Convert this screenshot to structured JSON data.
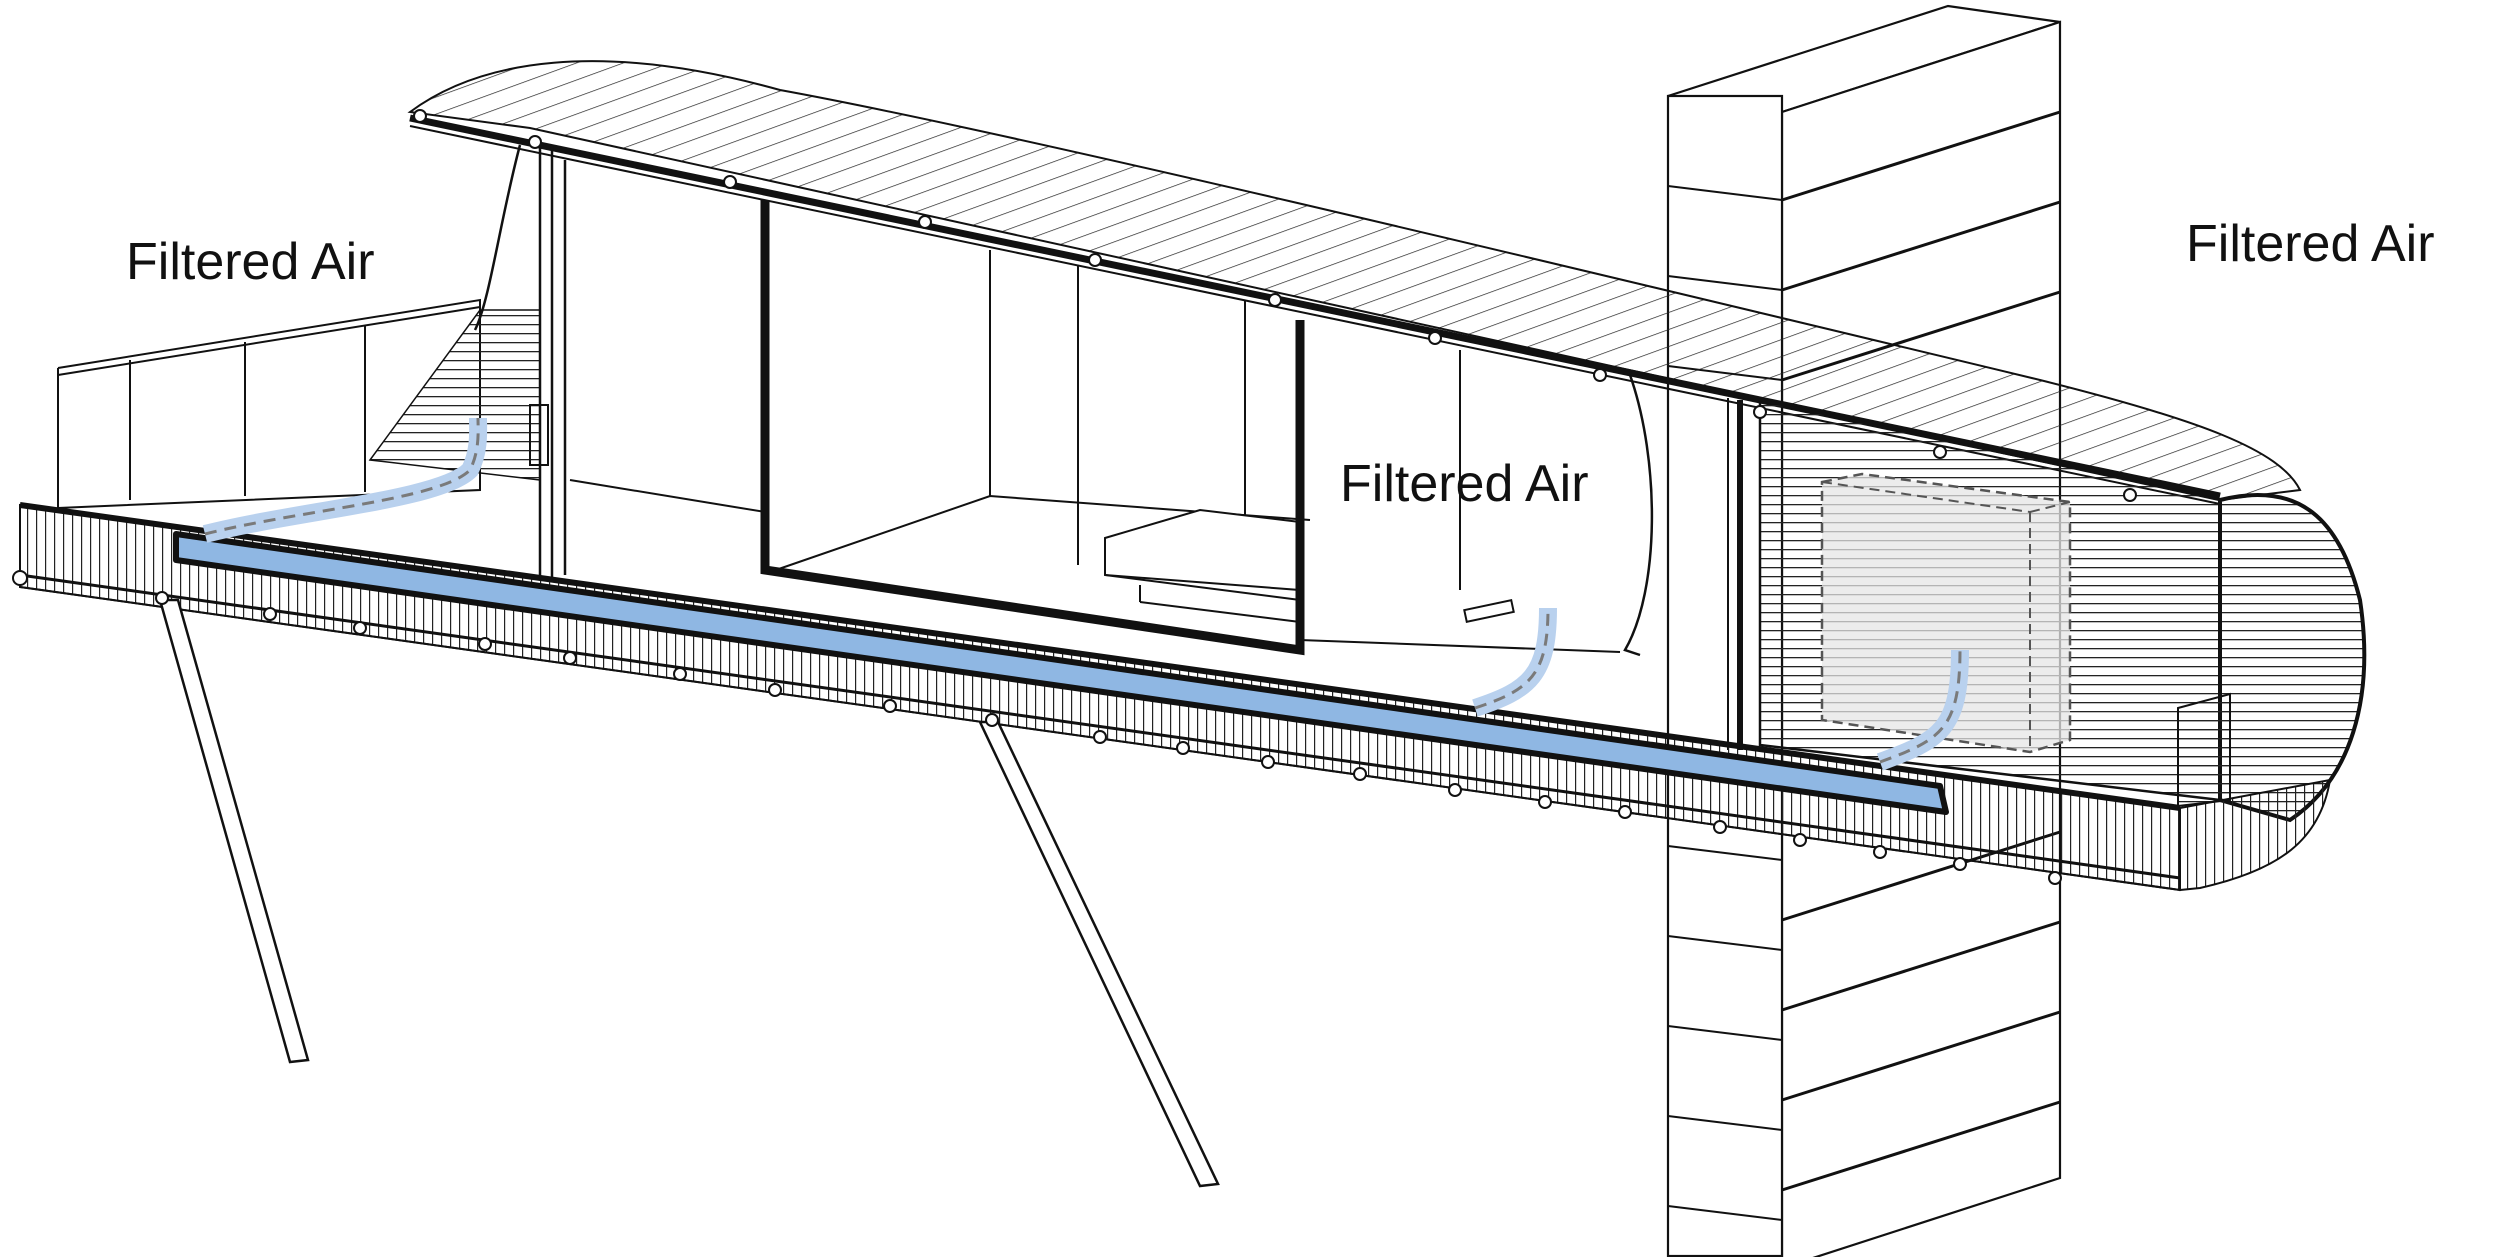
{
  "labels": {
    "left": "Filtered Air",
    "center": "Filtered Air",
    "right": "Filtered Air"
  },
  "colors": {
    "line": "#111111",
    "duct_fill": "#8fb7e3",
    "duct_stroke": "#111111",
    "airflow_fill": "#b9d1ee",
    "airflow_dash": "#7a7a7a",
    "background": "#ffffff"
  }
}
